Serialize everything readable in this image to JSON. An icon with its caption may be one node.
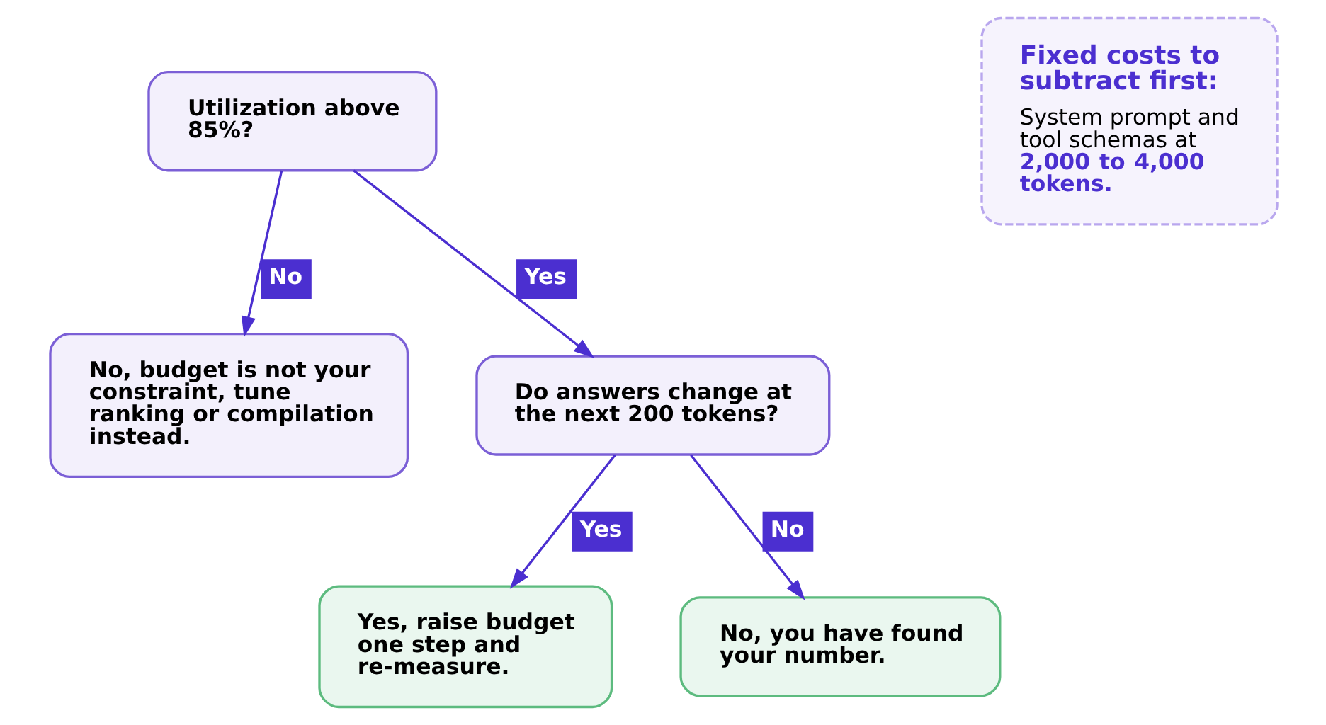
{
  "diagram": {
    "nodes": [
      {
        "text": [
          "Utilization above 85%?"
        ]
      },
      {
        "text": [
          "No, budget is not your constraint, tune ranking or compilation instead."
        ]
      },
      {
        "text": [
          "Do answers change at the next 200 tokens?"
        ]
      },
      {
        "text": [
          "Yes, raise budget one step and re-measure."
        ]
      },
      {
        "text": [
          "No, you have found your number."
        ]
      },
      {
        "text": [
          "Fixed costs to subtract first:",
          "System prompt and tool schemas at **2,000 to 4,000 tokens.**"
        ]
      }
    ],
    "edges": [
      {
        "from": 0,
        "to": 1,
        "arrow": "to",
        "label": "No"
      },
      {
        "from": 0,
        "to": 2,
        "arrow": "to",
        "label": "Yes"
      },
      {
        "from": 2,
        "to": 3,
        "arrow": "to",
        "label": "Yes"
      },
      {
        "from": 2,
        "to": 4,
        "arrow": "to",
        "label": "No"
      }
    ]
  }
}
